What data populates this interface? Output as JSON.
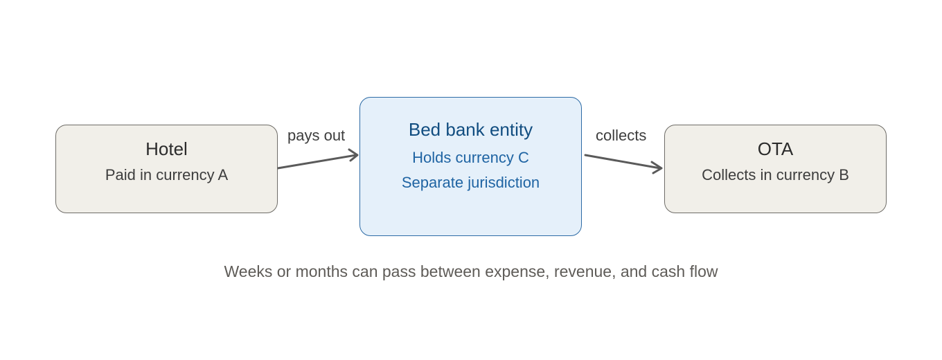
{
  "nodes": {
    "hotel": {
      "title": "Hotel",
      "subtitle": "Paid in currency A"
    },
    "bed_bank": {
      "title": "Bed bank entity",
      "line1": "Holds currency C",
      "line2": "Separate jurisdiction"
    },
    "ota": {
      "title": "OTA",
      "subtitle": "Collects in currency B"
    }
  },
  "edges": {
    "hotel_to_bed_bank": "pays out",
    "bed_bank_to_ota": "collects"
  },
  "caption": "Weeks or months can pass between expense, revenue, and cash flow",
  "colors": {
    "side_fill": "#f1efe9",
    "side_border": "#6e6c67",
    "center_fill": "#e5f0fa",
    "center_border": "#2c6aa5",
    "center_text": "#1f64a3",
    "arrow": "#5a5a5a"
  }
}
